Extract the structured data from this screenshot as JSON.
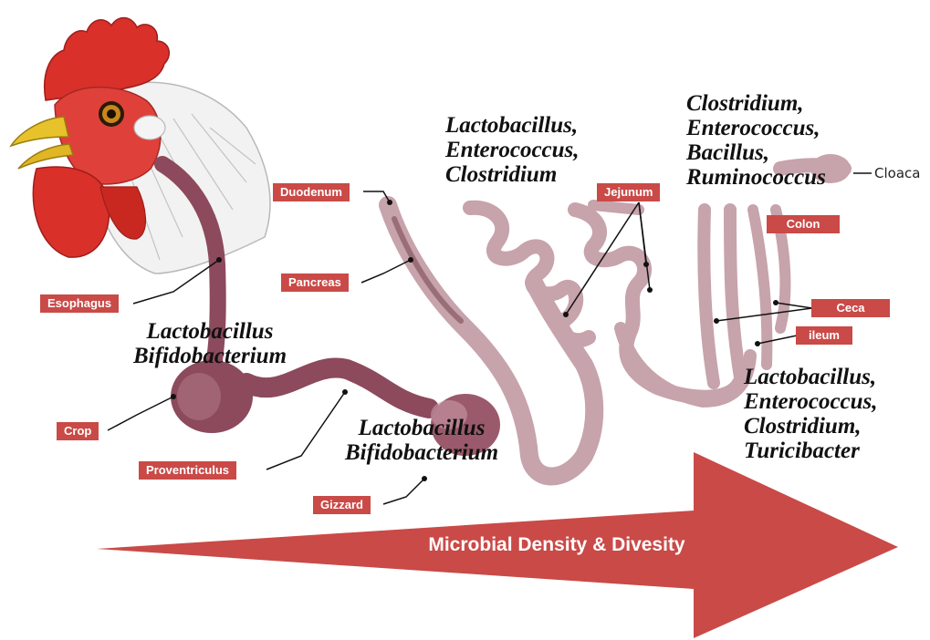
{
  "organs": {
    "esophagus": "Esophagus",
    "crop": "Crop",
    "proventriculus": "Proventriculus",
    "gizzard": "Gizzard",
    "duodenum": "Duodenum",
    "pancreas": "Pancreas",
    "jejunum": "Jejunum",
    "colon": "Colon",
    "ceca": "Ceca",
    "ileum": "ileum",
    "cloaca": "Cloaca"
  },
  "microbes": {
    "crop_group": [
      "Lactobacillus",
      "Bifidobacterium"
    ],
    "gizzard_group": [
      "Lactobacillus",
      "Bifidobacterium"
    ],
    "small_intestine_group": [
      "Lactobacillus,",
      "Enterococcus,",
      "Clostridium"
    ],
    "colon_group": [
      "Clostridium,",
      "Enterococcus,",
      "Bacillus,",
      "Ruminococcus"
    ],
    "ceca_group": [
      "Lactobacillus,",
      "Enterococcus,",
      "Clostridium,",
      "Turicibacter"
    ]
  },
  "arrow": {
    "label": "Microbial Density & Divesity"
  },
  "colors": {
    "label_bg": "#c94a47",
    "arrow": "#c94a47",
    "upper_tract": "#8c4a5c",
    "intestine": "#c7a3ab",
    "comb": "#d9302a"
  }
}
